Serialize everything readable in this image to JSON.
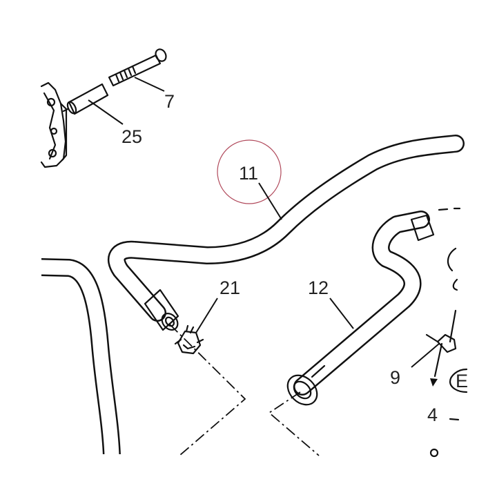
{
  "diagram": {
    "part_labels": {
      "p7": "7",
      "p25": "25",
      "p11": "11",
      "p21": "21",
      "p12": "12",
      "p9": "9",
      "p4": "4",
      "pE": "E"
    },
    "colors": {
      "line": "#111111",
      "highlight_circle": "#b0485a",
      "background": "#ffffff"
    }
  }
}
